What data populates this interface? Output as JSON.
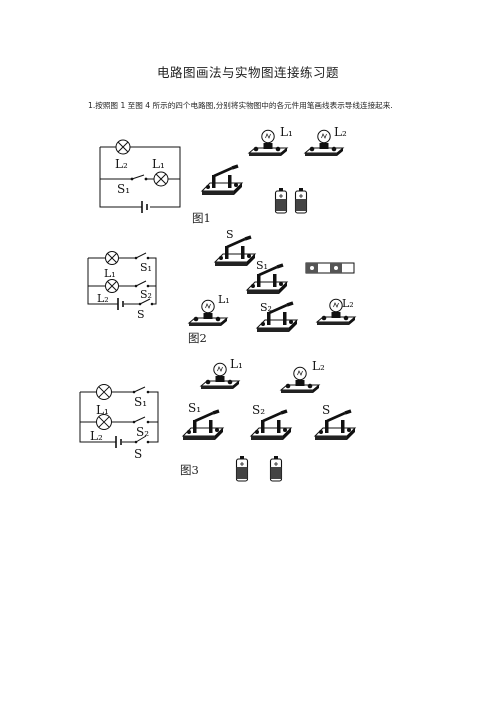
{
  "title": "电路图画法与实物图连接练习题",
  "intro": "1.按照图 1 至图 4 所示的四个电路图,分别将实物图中的各元件用笔画线表示导线连接起来.",
  "figures": [
    {
      "caption": "图1",
      "schematic_labels": {
        "lamp_top": "L₂",
        "lamp_bottom": "L₁",
        "switch": "S₁"
      },
      "component_labels": {
        "lamp1": "L₁",
        "lamp2": "L₂"
      }
    },
    {
      "caption": "图2",
      "schematic_labels": {
        "lamp_top": "L₁",
        "lamp_bottom": "L₂",
        "switch_top": "S₁",
        "switch_mid": "S₂",
        "switch_main": "S"
      },
      "component_labels": {
        "switch_main": "S",
        "switch1": "S₁",
        "switch2": "S₂",
        "lamp1": "L₁",
        "lamp2": "L₂"
      }
    },
    {
      "caption": "图3",
      "schematic_labels": {
        "lamp_top": "L₁",
        "lamp_bottom": "L₂",
        "switch_top": "S₁",
        "switch_mid": "S₂",
        "switch_main": "S"
      },
      "component_labels": {
        "lamp1": "L₁",
        "lamp2": "L₂",
        "switch1": "S₁",
        "switch2": "S₂",
        "switch_main": "S"
      }
    }
  ],
  "icons": [
    "lamp-symbol-icon",
    "switch-symbol-icon",
    "battery-symbol-icon",
    "lamp-holder-icon",
    "knife-switch-icon",
    "battery-cell-icon"
  ]
}
